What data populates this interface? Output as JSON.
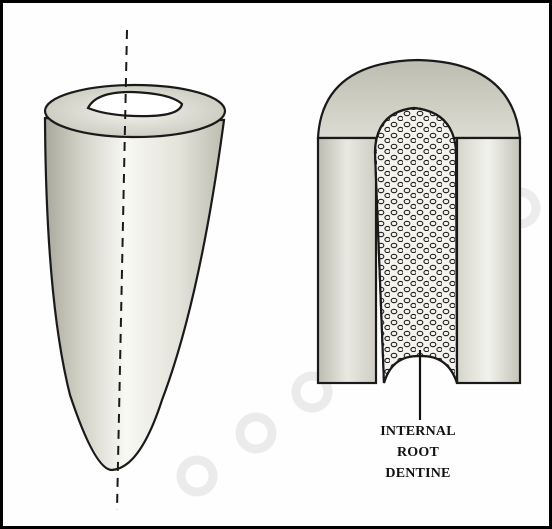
{
  "figure": {
    "label_lines": [
      "INTERNAL",
      "ROOT",
      "DENTINE"
    ],
    "colors": {
      "border": "#000000",
      "outline": "#1a1a1a",
      "root_shading": "#c9c8bd",
      "root_light": "#f7f7f3",
      "wall_shading": "#cfcfc4",
      "dentine_fill": "#f4f3ee",
      "watermark": "#dcdcdc"
    }
  }
}
